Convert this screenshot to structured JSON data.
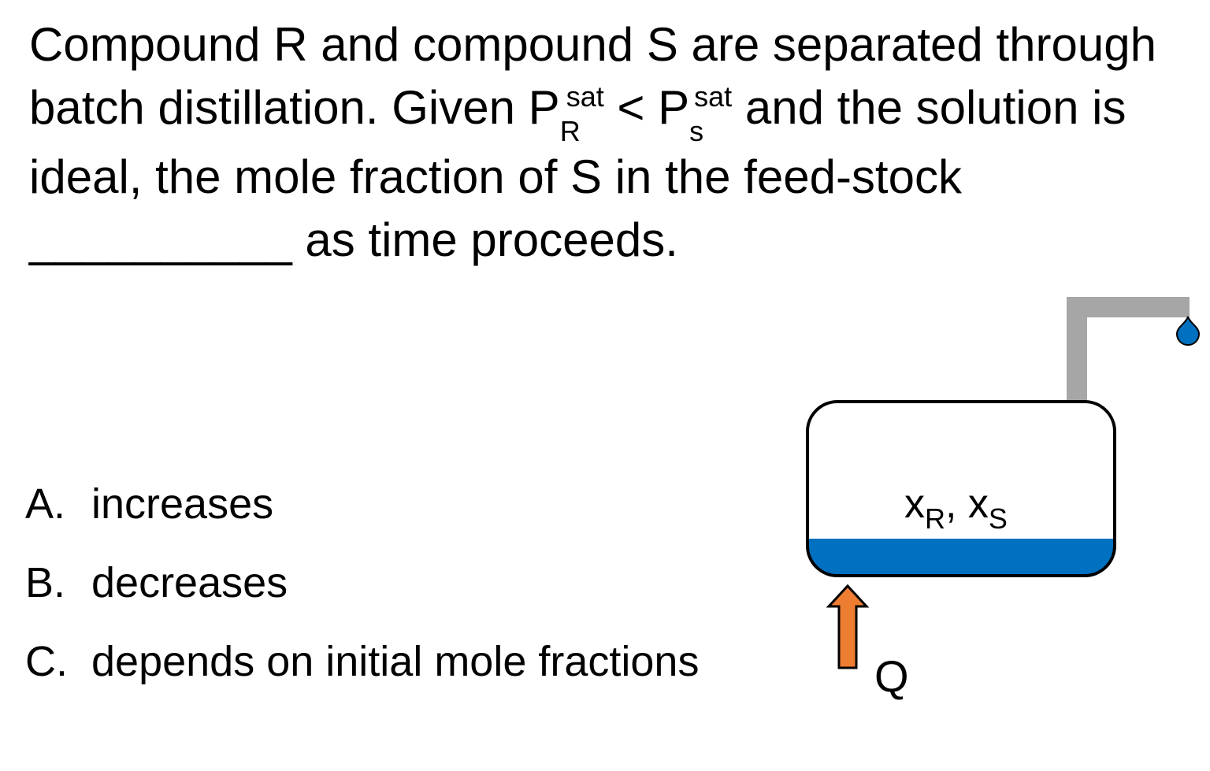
{
  "question": {
    "line1": "Compound R and compound S are separated through",
    "line2_start": "batch distillation. Given P",
    "p1_sub": "R",
    "p1_sup": "sat",
    "less_than": " < P",
    "p2_sub": "s",
    "p2_sup": "sat",
    "line2_end": " and the solution is",
    "line3": "ideal, the mole fraction of S in the feed-stock",
    "blank": "__________",
    "line4_end": " as time proceeds."
  },
  "options": [
    {
      "letter": "A.",
      "text": "increases"
    },
    {
      "letter": "B.",
      "text": "decreases"
    },
    {
      "letter": "C.",
      "text": "depends on initial mole fractions"
    }
  ],
  "diagram": {
    "vessel_label_x1": "x",
    "vessel_label_sub1": "R",
    "vessel_label_sep": ", ",
    "vessel_label_x2": "x",
    "vessel_label_sub2": "S",
    "heat_label": "Q",
    "colors": {
      "liquid": "#0070c0",
      "pipe": "#a6a6a6",
      "droplet": "#0070c0",
      "arrow": "#ed7d31",
      "outline": "#000000"
    }
  }
}
